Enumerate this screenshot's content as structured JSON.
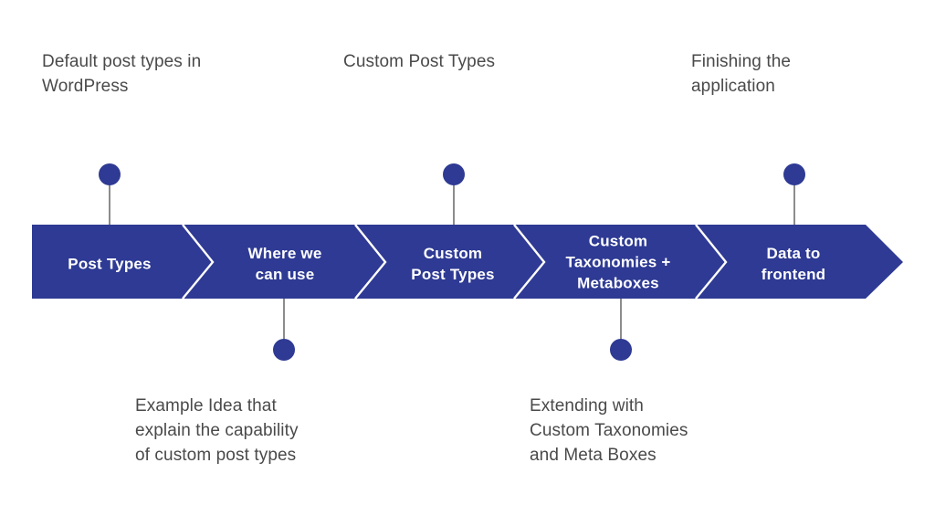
{
  "diagram": {
    "title": "WordPress custom post types process arrow",
    "colors": {
      "arrow_blue": "#2E3A93",
      "text_gray": "#4A4A4A",
      "stem_gray": "#8C8C8C",
      "segment_text": "#FFFFFF",
      "background": "#FFFFFF"
    }
  },
  "arrow": {
    "segments": [
      {
        "label": "Post Types"
      },
      {
        "label": "Where we\ncan use"
      },
      {
        "label": "Custom\nPost Types"
      },
      {
        "label": "Custom\nTaxonomies +\nMetaboxes"
      },
      {
        "label": "Data to\nfrontend"
      }
    ]
  },
  "callouts": {
    "top": [
      {
        "text": "Default post types in\nWordPress"
      },
      {
        "text": "Custom Post Types"
      },
      {
        "text": "Finishing the\napplication"
      }
    ],
    "bottom": [
      {
        "text": "Example Idea that\nexplain the capability\nof custom post types"
      },
      {
        "text": "Extending with\nCustom Taxonomies\nand Meta Boxes"
      }
    ]
  }
}
